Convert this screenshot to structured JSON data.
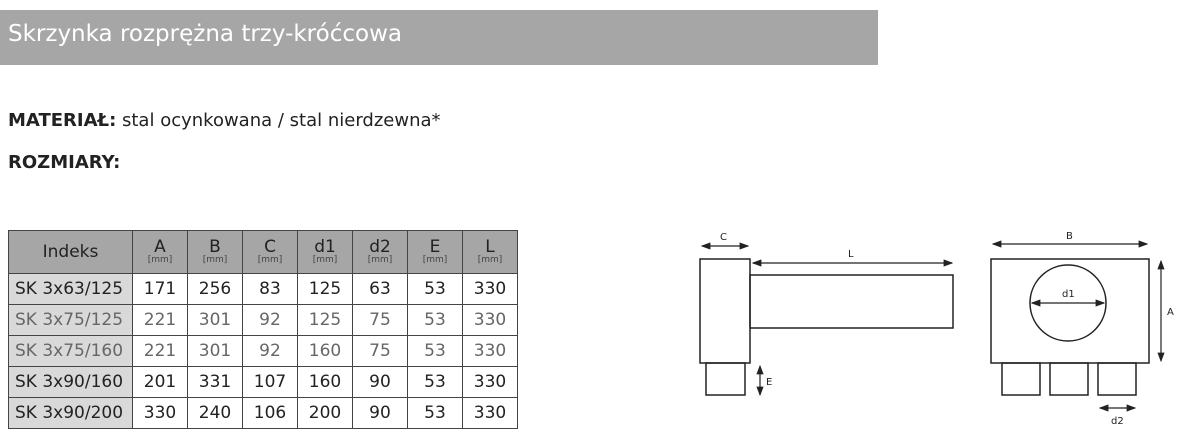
{
  "title": "Skrzynka rozprężna trzy-króćcowa",
  "material": {
    "label": "MATERIAŁ:",
    "value": "stal ocynkowana / stal nierdzewna*"
  },
  "sizes_label": "ROZMIARY:",
  "table": {
    "headers": [
      {
        "label": "Indeks",
        "unit": ""
      },
      {
        "label": "A",
        "unit": "[mm]"
      },
      {
        "label": "B",
        "unit": "[mm]"
      },
      {
        "label": "C",
        "unit": "[mm]"
      },
      {
        "label": "d1",
        "unit": "[mm]"
      },
      {
        "label": "d2",
        "unit": "[mm]"
      },
      {
        "label": "E",
        "unit": "[mm]"
      },
      {
        "label": "L",
        "unit": "[mm]"
      }
    ],
    "rows": [
      [
        "SK 3x63/125",
        "171",
        "256",
        "83",
        "125",
        "63",
        "53",
        "330"
      ],
      [
        "SK 3x75/125",
        "221",
        "301",
        "92",
        "125",
        "75",
        "53",
        "330"
      ],
      [
        "SK 3x75/160",
        "221",
        "301",
        "92",
        "160",
        "75",
        "53",
        "330"
      ],
      [
        "SK 3x90/160",
        "201",
        "331",
        "107",
        "160",
        "90",
        "53",
        "330"
      ],
      [
        "SK 3x90/200",
        "330",
        "240",
        "106",
        "200",
        "90",
        "53",
        "330"
      ]
    ]
  },
  "diagram": {
    "labels": {
      "C": "C",
      "L": "L",
      "E": "E",
      "B": "B",
      "A": "A",
      "d1": "d1",
      "d2": "d2"
    }
  }
}
